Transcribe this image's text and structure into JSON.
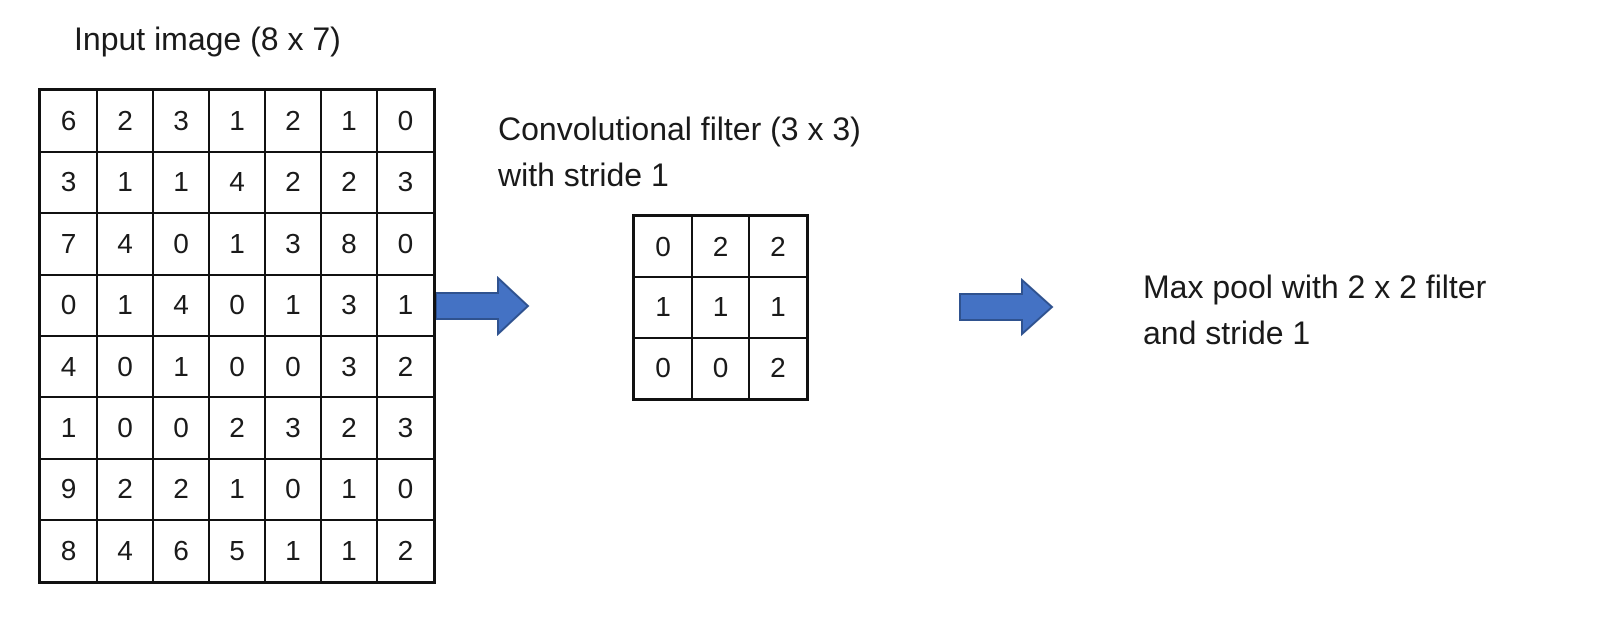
{
  "input": {
    "title": "Input image (8 x 7)",
    "rows": [
      [
        "6",
        "2",
        "3",
        "1",
        "2",
        "1",
        "0"
      ],
      [
        "3",
        "1",
        "1",
        "4",
        "2",
        "2",
        "3"
      ],
      [
        "7",
        "4",
        "0",
        "1",
        "3",
        "8",
        "0"
      ],
      [
        "0",
        "1",
        "4",
        "0",
        "1",
        "3",
        "1"
      ],
      [
        "4",
        "0",
        "1",
        "0",
        "0",
        "3",
        "2"
      ],
      [
        "1",
        "0",
        "0",
        "2",
        "3",
        "2",
        "3"
      ],
      [
        "9",
        "2",
        "2",
        "1",
        "0",
        "1",
        "0"
      ],
      [
        "8",
        "4",
        "6",
        "5",
        "1",
        "1",
        "2"
      ]
    ]
  },
  "filter": {
    "title_line1": "Convolutional filter (3 x 3)",
    "title_line2": "with stride 1",
    "rows": [
      [
        "0",
        "2",
        "2"
      ],
      [
        "1",
        "1",
        "1"
      ],
      [
        "0",
        "0",
        "2"
      ]
    ]
  },
  "maxpool": {
    "line1": "Max pool with 2 x 2 filter",
    "line2": "and stride 1"
  },
  "colors": {
    "arrow_fill": "#4472C4",
    "arrow_stroke": "#2F528F",
    "grid_line": "#111111"
  }
}
